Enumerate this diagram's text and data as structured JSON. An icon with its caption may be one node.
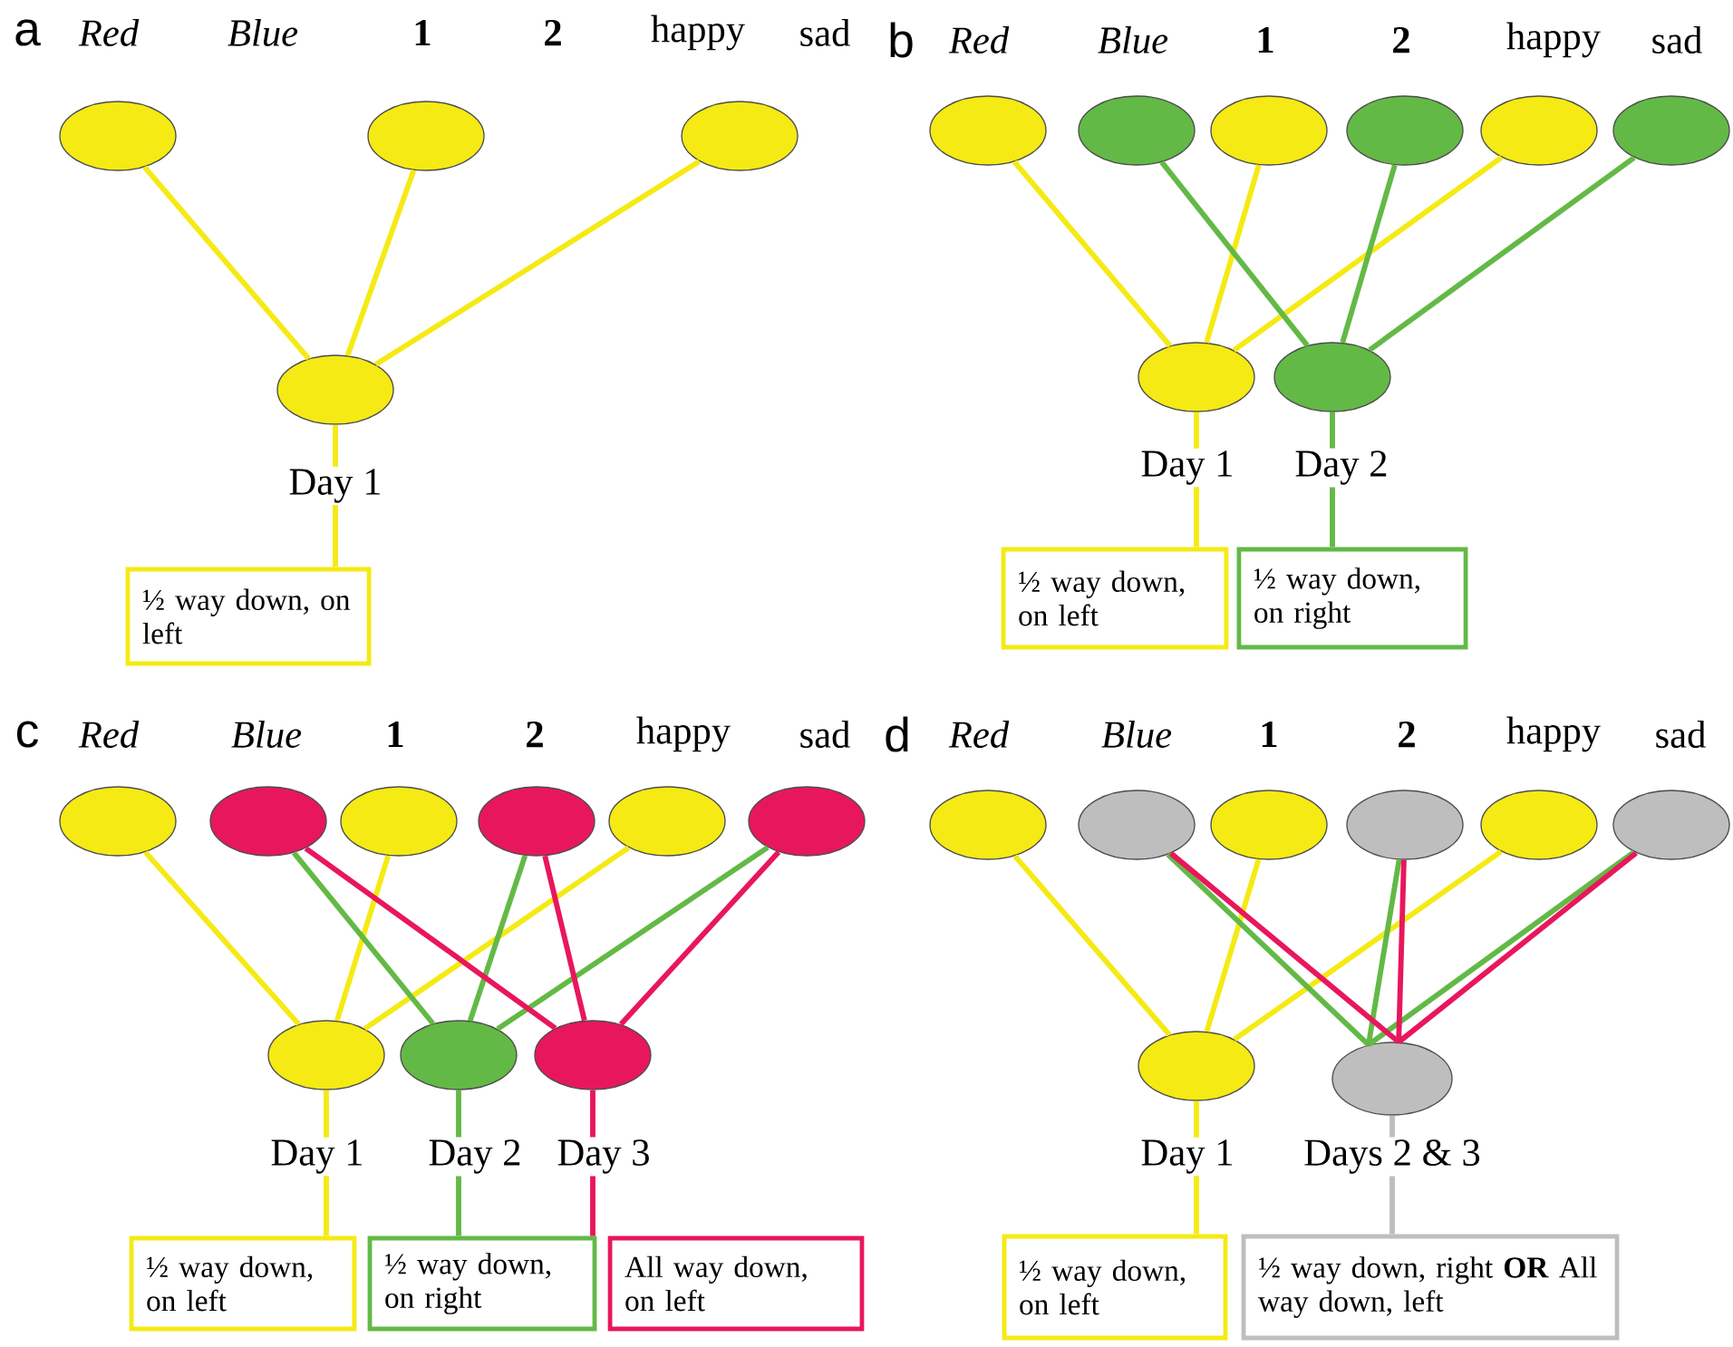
{
  "diagram": {
    "nodes": [
      {
        "text": [],
        "shape": "ellipse"
      },
      {
        "text": [],
        "shape": "ellipse"
      },
      {
        "text": [],
        "shape": "ellipse"
      },
      {
        "text": [],
        "shape": "ellipse",
        "beside": [
          "Day 1"
        ]
      },
      {
        "text": [
          "½ way down, on left"
        ]
      },
      {
        "text": [],
        "shape": "ellipse"
      },
      {
        "text": [],
        "shape": "ellipse"
      },
      {
        "text": [],
        "shape": "ellipse"
      },
      {
        "text": [],
        "shape": "ellipse"
      },
      {
        "text": [],
        "shape": "ellipse"
      },
      {
        "text": [],
        "shape": "ellipse"
      },
      {
        "text": [],
        "shape": "ellipse",
        "beside": [
          "Day 1"
        ]
      },
      {
        "text": [],
        "shape": "ellipse",
        "beside": [
          "Day 2"
        ]
      },
      {
        "text": [
          "½ way down, on left"
        ]
      },
      {
        "text": [
          "½ way down, on right"
        ]
      },
      {
        "text": [],
        "shape": "ellipse"
      },
      {
        "text": [],
        "shape": "ellipse"
      },
      {
        "text": [],
        "shape": "ellipse"
      },
      {
        "text": [],
        "shape": "ellipse"
      },
      {
        "text": [],
        "shape": "ellipse"
      },
      {
        "text": [],
        "shape": "ellipse"
      },
      {
        "text": [],
        "shape": "ellipse",
        "beside": [
          "Day 1"
        ]
      },
      {
        "text": [],
        "shape": "ellipse",
        "beside": [
          "Day 2"
        ]
      },
      {
        "text": [],
        "shape": "ellipse",
        "beside": [
          "Day 3"
        ]
      },
      {
        "text": [
          "½ way down, on left"
        ]
      },
      {
        "text": [
          "½ way down, on right"
        ]
      },
      {
        "text": [
          "All way down, on left"
        ]
      },
      {
        "text": [],
        "shape": "ellipse"
      },
      {
        "text": [],
        "shape": "ellipse"
      },
      {
        "text": [],
        "shape": "ellipse"
      },
      {
        "text": [],
        "shape": "ellipse"
      },
      {
        "text": [],
        "shape": "ellipse"
      },
      {
        "text": [],
        "shape": "ellipse"
      },
      {
        "text": [],
        "shape": "ellipse",
        "beside": [
          "Day 1"
        ]
      },
      {
        "text": [],
        "shape": "ellipse",
        "beside": [
          "Days 2 & 3"
        ]
      },
      {
        "text": [
          "½ way down, on left"
        ]
      },
      {
        "text": [
          "½ way down, right **OR** All way down, left"
        ]
      }
    ],
    "edges": [
      {
        "from": 0,
        "to": 3,
        "arrow": "none"
      },
      {
        "from": 1,
        "to": 3,
        "arrow": "none"
      },
      {
        "from": 2,
        "to": 3,
        "arrow": "none"
      },
      {
        "from": 3,
        "to": 4,
        "arrow": "none"
      },
      {
        "from": 5,
        "to": 11,
        "arrow": "none"
      },
      {
        "from": 7,
        "to": 11,
        "arrow": "none"
      },
      {
        "from": 9,
        "to": 11,
        "arrow": "none"
      },
      {
        "from": 6,
        "to": 12,
        "arrow": "none",
        "color": "#63b946"
      },
      {
        "from": 8,
        "to": 12,
        "arrow": "none",
        "color": "#63b946"
      },
      {
        "from": 10,
        "to": 12,
        "arrow": "none",
        "color": "#63b946"
      },
      {
        "from": 11,
        "to": 13,
        "arrow": "none"
      },
      {
        "from": 12,
        "to": 14,
        "arrow": "none",
        "color": "#63b946"
      },
      {
        "from": 15,
        "to": 21,
        "arrow": "none"
      },
      {
        "from": 17,
        "to": 21,
        "arrow": "none"
      },
      {
        "from": 19,
        "to": 21,
        "arrow": "none"
      },
      {
        "from": 16,
        "to": 22,
        "arrow": "none",
        "color": "#63b946"
      },
      {
        "from": 18,
        "to": 22,
        "arrow": "none",
        "color": "#63b946"
      },
      {
        "from": 20,
        "to": 22,
        "arrow": "none",
        "color": "#63b946"
      },
      {
        "from": 16,
        "to": 23,
        "arrow": "none",
        "color": "#e8175d"
      },
      {
        "from": 18,
        "to": 23,
        "arrow": "none",
        "color": "#e8175d"
      },
      {
        "from": 20,
        "to": 23,
        "arrow": "none",
        "color": "#e8175d"
      },
      {
        "from": 21,
        "to": 24,
        "arrow": "none"
      },
      {
        "from": 22,
        "to": 25,
        "arrow": "none",
        "color": "#63b946"
      },
      {
        "from": 23,
        "to": 26,
        "arrow": "none",
        "color": "#e8175d"
      },
      {
        "from": 27,
        "to": 33,
        "arrow": "none"
      },
      {
        "from": 29,
        "to": 33,
        "arrow": "none"
      },
      {
        "from": 31,
        "to": 33,
        "arrow": "none"
      },
      {
        "from": 28,
        "to": 34,
        "arrow": "none",
        "color": "#63b946"
      },
      {
        "from": 30,
        "to": 34,
        "arrow": "none",
        "color": "#63b946"
      },
      {
        "from": 32,
        "to": 34,
        "arrow": "none",
        "color": "#63b946"
      },
      {
        "from": 28,
        "to": 34,
        "arrow": "none",
        "color": "#e8175d"
      },
      {
        "from": 30,
        "to": 34,
        "arrow": "none",
        "color": "#e8175d"
      },
      {
        "from": 32,
        "to": 34,
        "arrow": "none",
        "color": "#e8175d"
      },
      {
        "from": 33,
        "to": 35,
        "arrow": "none"
      },
      {
        "from": 34,
        "to": 36,
        "arrow": "none",
        "color": "#bebebe"
      }
    ],
    "labels": [
      "a",
      "Red",
      "Blue",
      "1",
      "2",
      "happy",
      "sad",
      "b",
      "Red",
      "Blue",
      "1",
      "2",
      "happy",
      "sad",
      "c",
      "Red",
      "Blue",
      "1",
      "2",
      "happy",
      "sad",
      "d",
      "Red",
      "Blue",
      "1",
      "2",
      "happy",
      "sad"
    ]
  }
}
